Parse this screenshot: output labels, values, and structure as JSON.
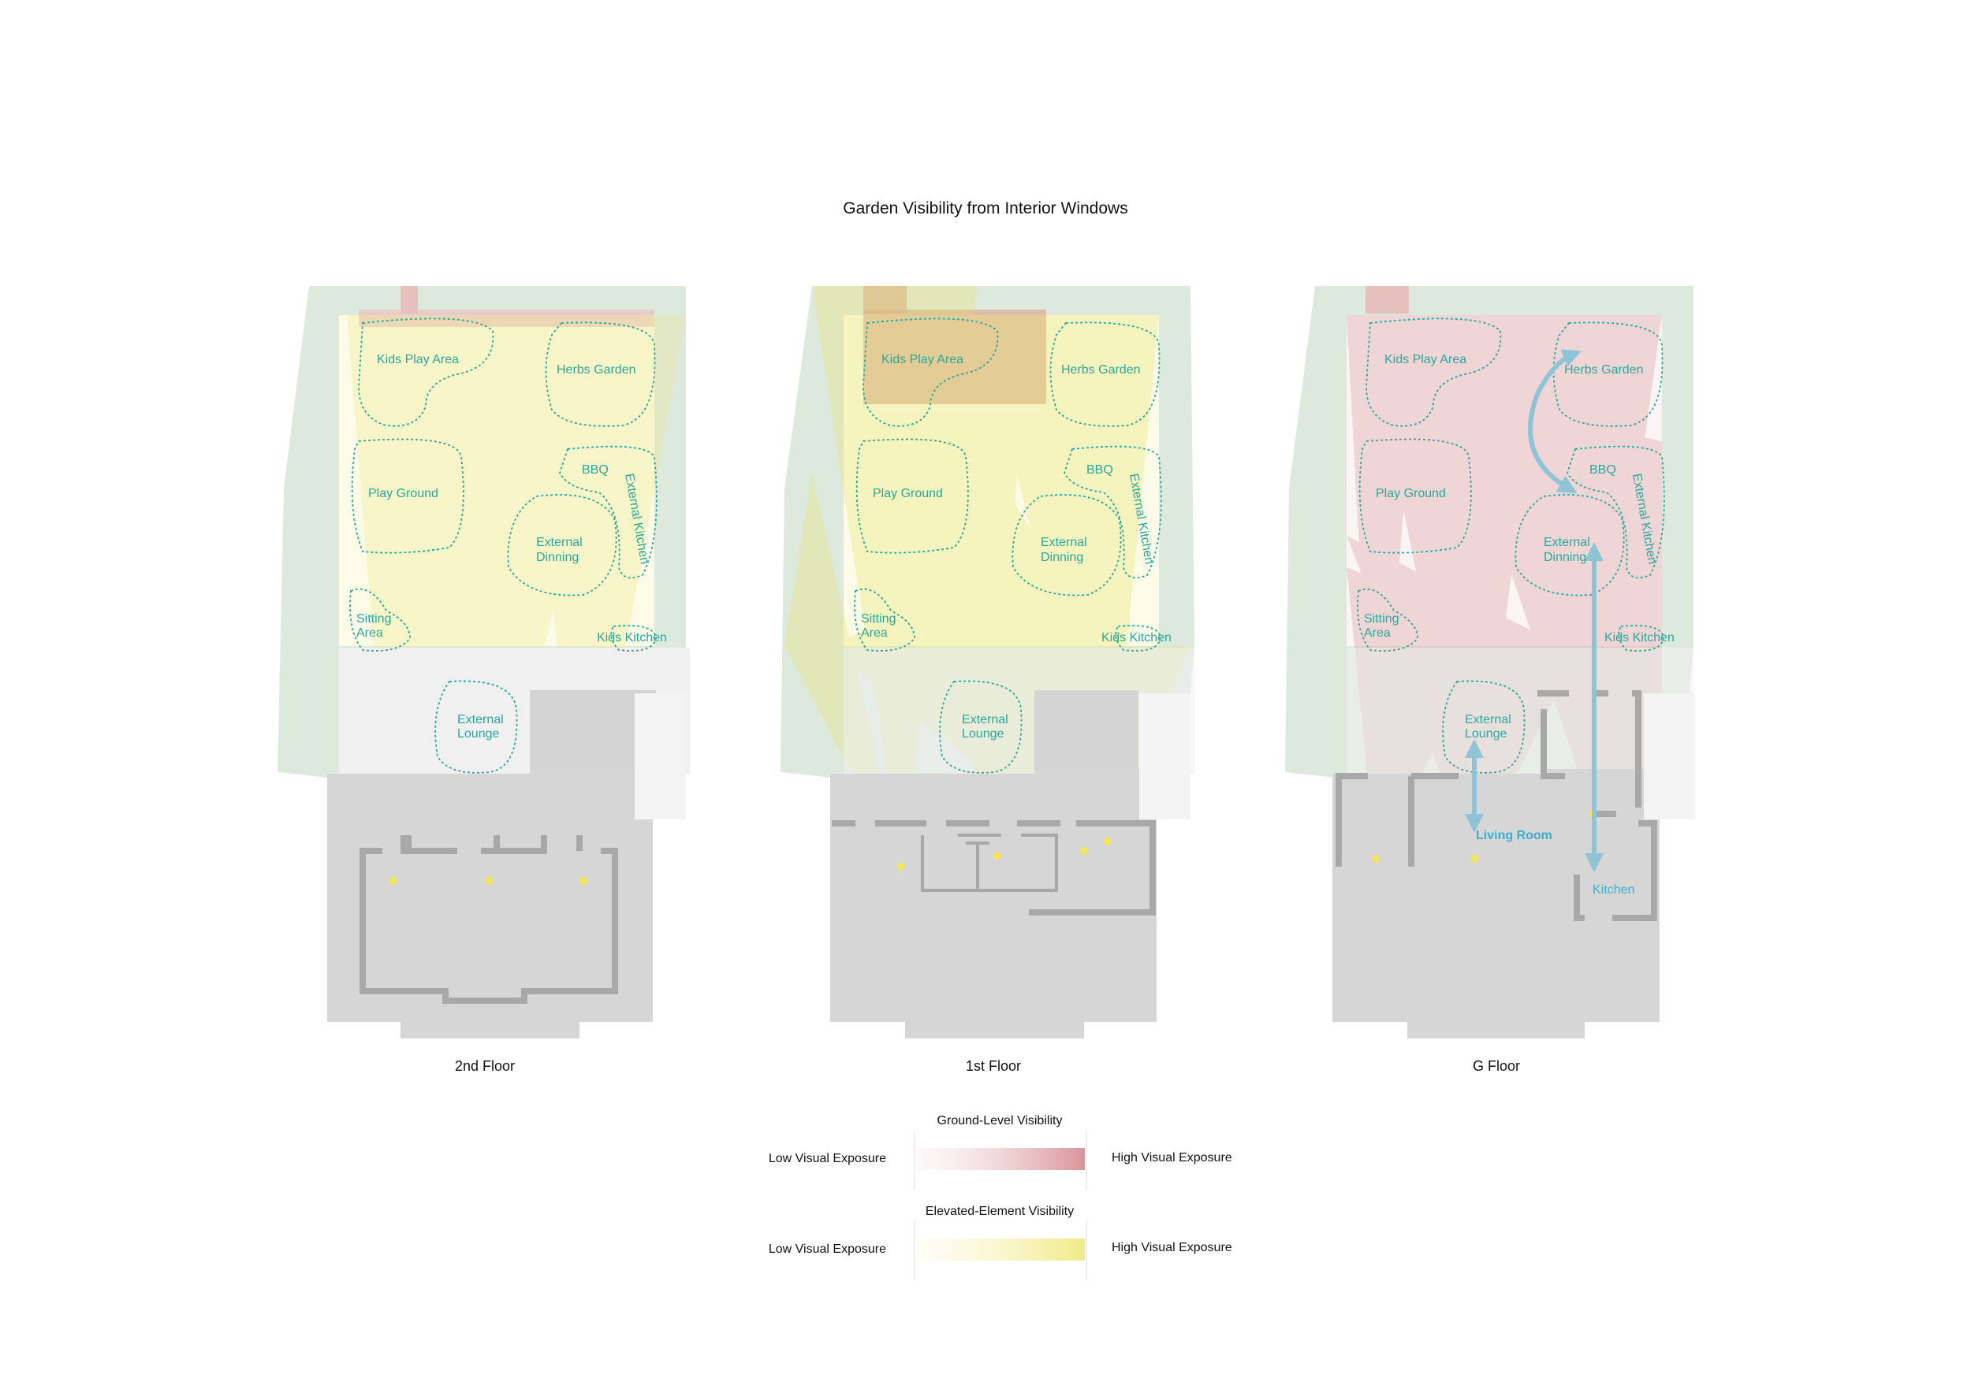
{
  "title": "Garden Visibility from Interior Windows",
  "colors": {
    "zone_outline": "#2aa79b",
    "ground_level": "#d98a92",
    "elevated": "#ece870",
    "hedge": "#d4e4d4",
    "building": "#d6d6d6",
    "wall": "#a6a6a6",
    "window": "#f3e65a",
    "circulation": "#8fc3d6"
  },
  "zones": {
    "kids_play_area": "Kids Play Area",
    "herbs_garden": "Herbs Garden",
    "play_ground": "Play Ground",
    "bbq": "BBQ",
    "external_kitchen": "External Kitchen",
    "external_dinning_1": "External",
    "external_dinning_2": "Dinning",
    "sitting_area_1": "Sitting",
    "sitting_area_2": "Area",
    "kids_kitchen": "Kids Kitchen",
    "external_lounge_1": "External",
    "external_lounge_2": "Lounge"
  },
  "plans": [
    {
      "caption": "2nd Floor"
    },
    {
      "caption": "1st Floor"
    },
    {
      "caption": "G Floor"
    }
  ],
  "rooms": {
    "living_room": "Living Room",
    "kitchen": "Kitchen"
  },
  "legend": {
    "ground": {
      "title": "Ground-Level Visibility",
      "low": "Low Visual Exposure",
      "high": "High Visual Exposure"
    },
    "elevated": {
      "title": "Elevated-Element Visibility",
      "low": "Low Visual Exposure",
      "high": "High Visual Exposure"
    }
  }
}
